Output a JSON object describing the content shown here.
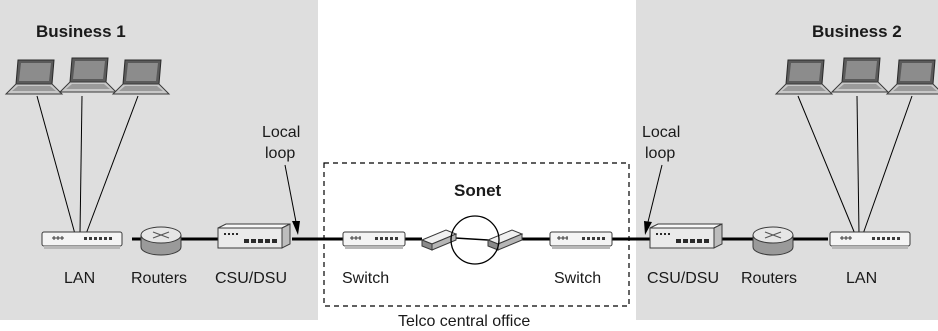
{
  "business1": {
    "title": "Business 1"
  },
  "business2": {
    "title": "Business 2"
  },
  "left": {
    "lan": "LAN",
    "routers": "Routers",
    "csudsu": "CSU/DSU",
    "local_loop_line1": "Local",
    "local_loop_line2": "loop"
  },
  "center": {
    "switch_left": "Switch",
    "switch_right": "Switch",
    "sonet": "Sonet",
    "office": "Telco central office"
  },
  "right": {
    "lan": "LAN",
    "routers": "Routers",
    "csudsu": "CSU/DSU",
    "local_loop_line1": "Local",
    "local_loop_line2": "loop"
  },
  "colors": {
    "panel": "#dedede",
    "line": "#000000",
    "device_fill": "#f4f4f4",
    "device_stroke": "#3a3a3a"
  },
  "icons": [
    "laptop-icon",
    "lan-hub-icon",
    "router-icon",
    "csu-dsu-icon",
    "switch-icon",
    "sonet-adm-icon"
  ]
}
